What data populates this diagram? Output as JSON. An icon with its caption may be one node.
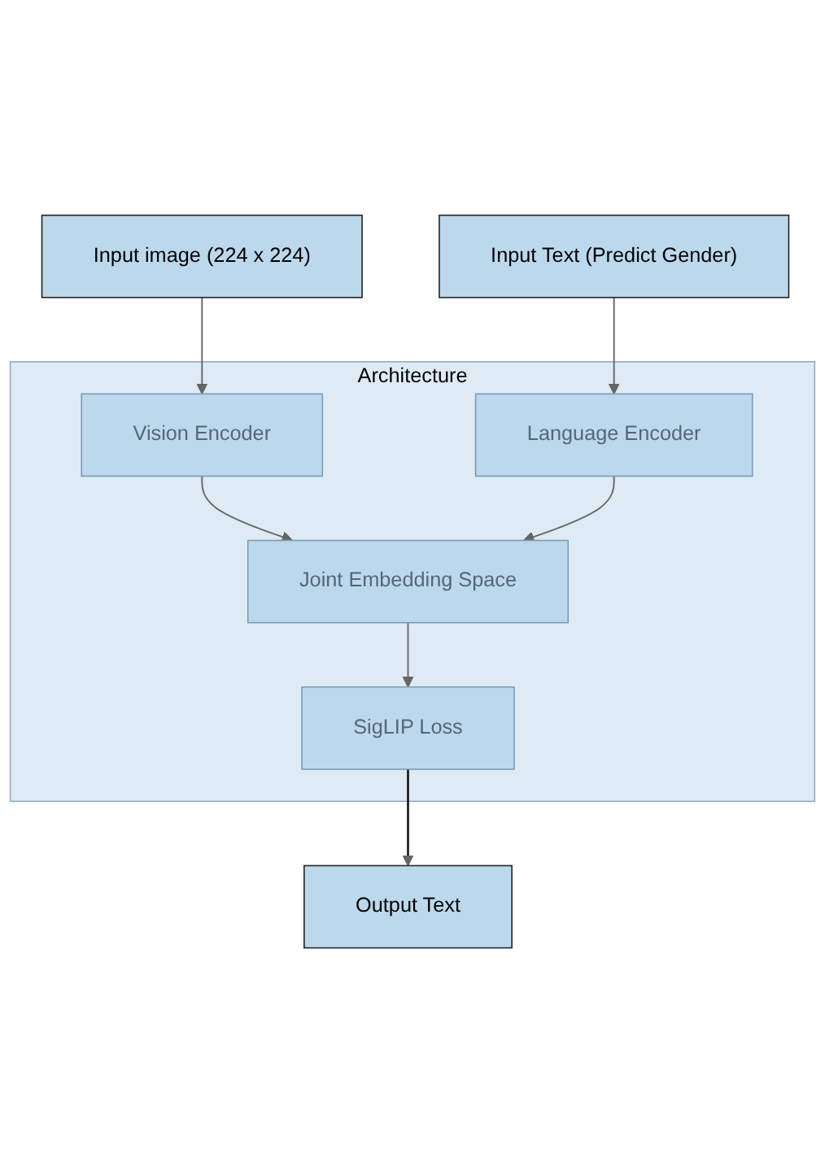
{
  "diagram": {
    "nodes": [
      {
        "text": [
          "Input image (224 x 224)"
        ]
      },
      {
        "text": [
          "Input Text (Predict Gender)"
        ]
      },
      {
        "text": [
          "Architecture"
        ]
      },
      {
        "text": [
          "Vision Encoder"
        ],
        "in": 2
      },
      {
        "text": [
          "Language Encoder"
        ],
        "in": 2
      },
      {
        "text": [
          "Joint Embedding Space"
        ],
        "in": 2
      },
      {
        "text": [
          "SigLIP Loss"
        ],
        "in": 2
      },
      {
        "text": [
          "Output Text"
        ]
      }
    ],
    "edges": [
      {
        "from": 0,
        "to": 3,
        "arrow": "to"
      },
      {
        "from": 1,
        "to": 4,
        "arrow": "to"
      },
      {
        "from": 3,
        "to": 5,
        "arrow": "to"
      },
      {
        "from": 4,
        "to": 5,
        "arrow": "to"
      },
      {
        "from": 5,
        "to": 6,
        "arrow": "to"
      },
      {
        "from": 6,
        "to": 7,
        "arrow": "to",
        "color": "#000000"
      }
    ]
  }
}
